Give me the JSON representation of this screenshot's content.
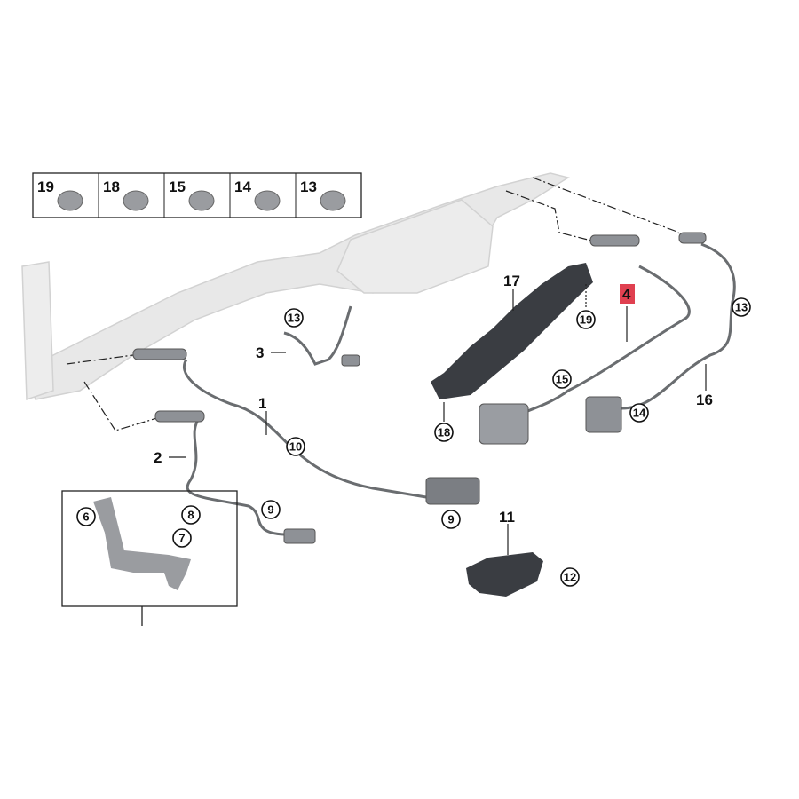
{
  "parts_box": [
    "19",
    "18",
    "15",
    "14",
    "13"
  ],
  "labels": {
    "part_3": "3",
    "part_1": "1",
    "part_2": "2",
    "part_17": "17",
    "part_4": "4",
    "part_16": "16",
    "part_11": "11"
  },
  "callouts": [
    "13",
    "10",
    "9",
    "9",
    "15",
    "14",
    "18",
    "19",
    "13",
    "12",
    "6",
    "8",
    "7"
  ],
  "colors": {
    "highlight": "#e04050",
    "pipe": "#e6e6e6",
    "part_dark": "#3a3d42",
    "cable": "#6a6d70"
  }
}
